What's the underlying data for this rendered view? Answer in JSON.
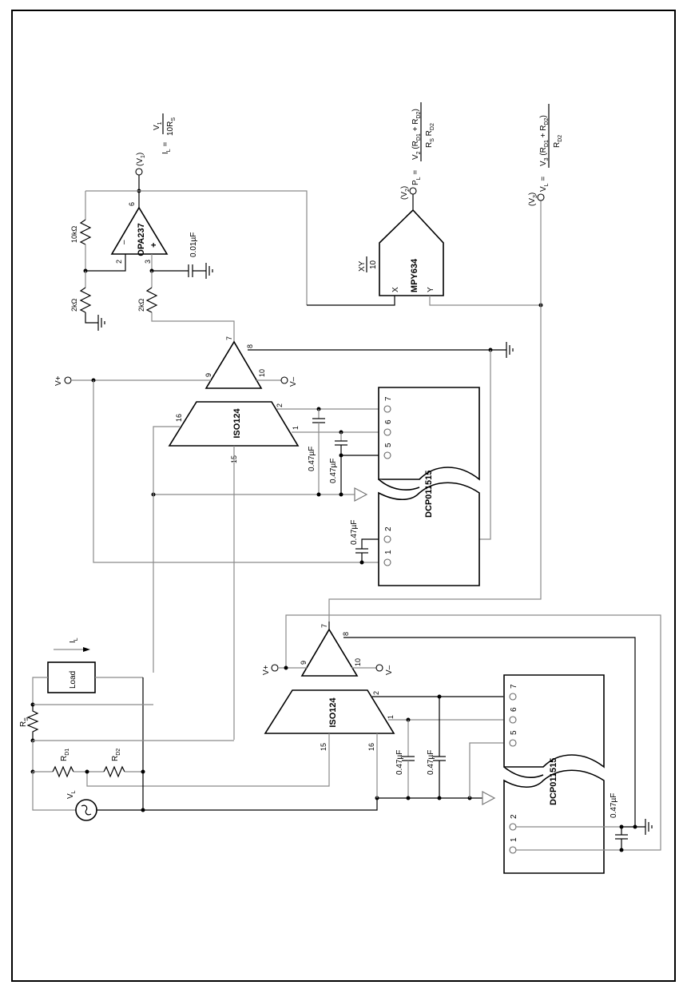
{
  "diagram": {
    "title": "Isolated power / current / voltage measurement circuit",
    "components": {
      "opa237": {
        "label": "OPA237",
        "pin_minus": "2",
        "pin_plus": "3",
        "pin_out": "6",
        "minus_sign": "–",
        "plus_sign": "+"
      },
      "r_10k": {
        "label": "10kΩ"
      },
      "r_2k_a": {
        "label": "2kΩ"
      },
      "r_2k_b": {
        "label": "2kΩ"
      },
      "c_001": {
        "label": "0.01µF"
      },
      "mpy634": {
        "label": "MPY634",
        "x_pin": "X",
        "y_pin": "Y",
        "transfer_num": "XY",
        "transfer_den": "10"
      },
      "iso124_top": {
        "label": "ISO124",
        "pin2": "2",
        "pin1": "1",
        "pin16": "16",
        "pin15": "15",
        "pin7": "7",
        "pin8": "8",
        "pin9": "9",
        "pin10": "10"
      },
      "iso124_bottom": {
        "label": "ISO124",
        "pin2": "2",
        "pin1": "1",
        "pin16": "16",
        "pin15": "15",
        "pin7": "7",
        "pin8": "8",
        "pin9": "9",
        "pin10": "10"
      },
      "dcp_top": {
        "label": "DCP011515",
        "pins": [
          "7",
          "6",
          "5",
          "2",
          "1"
        ]
      },
      "dcp_bottom": {
        "label": "DCP011515",
        "pins": [
          "7",
          "6",
          "5",
          "2",
          "1"
        ]
      },
      "caps_047": {
        "label": "0.47µF"
      },
      "load": {
        "label": "Load"
      },
      "rs": {
        "label": "R",
        "sub": "S"
      },
      "rd1": {
        "label": "R",
        "sub": "D1"
      },
      "rd2": {
        "label": "R",
        "sub": "D2"
      },
      "source": {
        "label": "V",
        "sub": "L"
      },
      "il_arrow": {
        "label": "I",
        "sub": "L"
      }
    },
    "supplies": {
      "vplus": "V+",
      "vminus": "V–"
    },
    "outputs": {
      "v1": {
        "node": "(V",
        "sub": "1",
        "close": ")"
      },
      "v2": {
        "node": "(V",
        "sub": "2",
        "close": ")"
      },
      "v3": {
        "node": "(V",
        "sub": "3",
        "close": ")"
      }
    },
    "equations": {
      "il": {
        "lhs": "I",
        "lhs_sub": "L",
        "eq": " = ",
        "num": "V",
        "num_sub": "1",
        "den": "10R",
        "den_sub": "S"
      },
      "pl": {
        "lhs": "P",
        "lhs_sub": "L",
        "eq": " = ",
        "num_a": "V",
        "num_a_sub": "2",
        "num_b": " (R",
        "num_b_sub": "D1",
        "num_c": " + R",
        "num_c_sub": "D2",
        "num_d": ")",
        "den_a": "R",
        "den_a_sub": "S",
        "den_b": " R",
        "den_b_sub": "D2"
      },
      "vl": {
        "lhs": "V",
        "lhs_sub": "L",
        "eq": " = ",
        "num_a": "V",
        "num_a_sub": "3",
        "num_b": " (R",
        "num_b_sub": "D1",
        "num_c": " + R",
        "num_c_sub": "D2",
        "num_d": ")",
        "den_a": "R",
        "den_a_sub": "D2"
      }
    }
  }
}
